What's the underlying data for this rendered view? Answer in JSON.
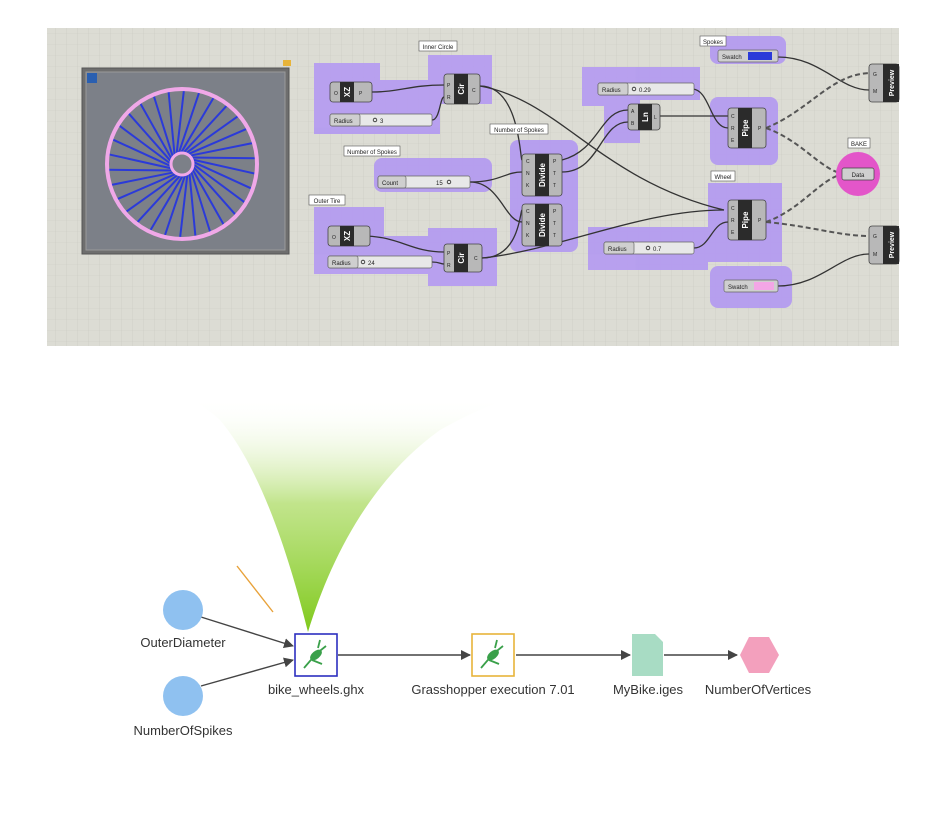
{
  "canvas": {
    "groups": {
      "inner_circle": "Inner Circle",
      "number_of_spokes_a": "Number of Spokes",
      "number_of_spokes_b": "Number of Spokes",
      "outer_tire": "Outer Tire",
      "spokes": "Spokes",
      "wheel": "Wheel",
      "bake": "BAKE"
    },
    "components": {
      "xz": "XZ",
      "cir": "Cir",
      "divide": "Divide",
      "ln": "Ln",
      "pipe": "Pipe",
      "preview": "Preview",
      "data": "Data"
    },
    "params": {
      "radius_label": "Radius",
      "inner_radius": "3",
      "outer_radius": "24",
      "spokes_radius": "0.29",
      "wheel_radius": "0.7",
      "count_label": "Count",
      "count_value": "15",
      "swatch_label": "Swatch"
    },
    "ports": {
      "o": "O",
      "p": "P",
      "r": "R",
      "c": "C",
      "n": "N",
      "k": "K",
      "t": "T",
      "a": "A",
      "b": "B",
      "l": "L",
      "e": "E",
      "g": "G",
      "m": "M"
    },
    "colors": {
      "canvas_bg": "#dcdcd4",
      "group_fill": "#b59cf0",
      "spoke_color": "#2b3ad9",
      "tire_color": "#f0a8e8",
      "swatch_blue": "#2b3ad9",
      "swatch_pink": "#f3a6e6",
      "bake_fill": "#e356c9",
      "funnel_green": "#8fd12e"
    }
  },
  "workflow": {
    "inputs": [
      {
        "label": "OuterDiameter"
      },
      {
        "label": "NumberOfSpikes"
      }
    ],
    "nodes": [
      {
        "label": "bike_wheels.ghx",
        "icon": "grasshopper-icon"
      },
      {
        "label": "Grasshopper execution 7.01",
        "icon": "grasshopper-icon"
      },
      {
        "label": "MyBike.iges",
        "icon": "file-icon"
      },
      {
        "label": "NumberOfVertices",
        "icon": "hexagon-icon"
      }
    ],
    "colors": {
      "input_circle": "#8fc1f0",
      "file_node": "#a8dcc4",
      "output_hex": "#f3a0bd",
      "program_border": "#2c2fbf",
      "execution_border": "#e8b43a"
    }
  }
}
